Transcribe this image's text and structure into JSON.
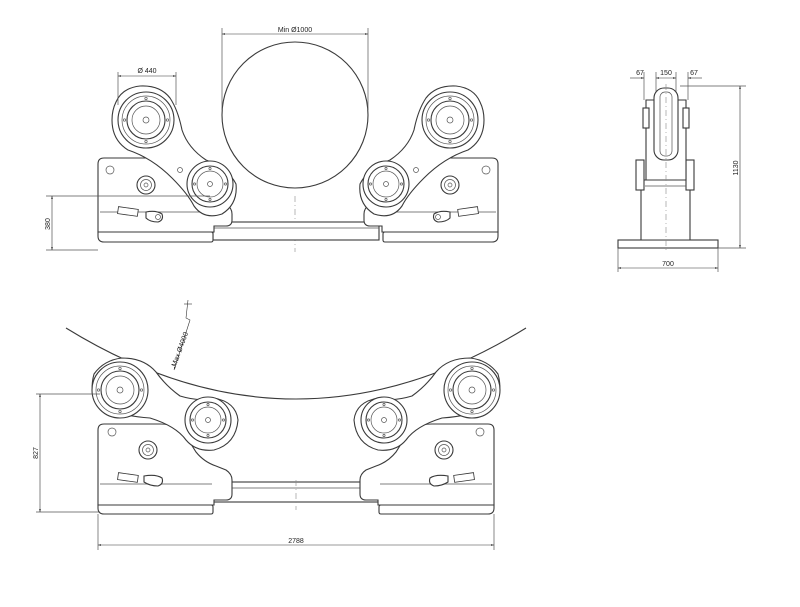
{
  "dimensions": {
    "min_diameter": "Min Ø1000",
    "wheel_diameter": "Ø 440",
    "height_top": "380",
    "max_diameter": "Max Ø4000",
    "height_bottom": "827",
    "overall_length": "2788",
    "side_left": "67",
    "side_mid": "150",
    "side_right": "67",
    "side_height": "1130",
    "side_width": "700"
  },
  "colors": {
    "line": "#3a3a3a",
    "dimension": "#333333",
    "centerline": "#888888"
  }
}
